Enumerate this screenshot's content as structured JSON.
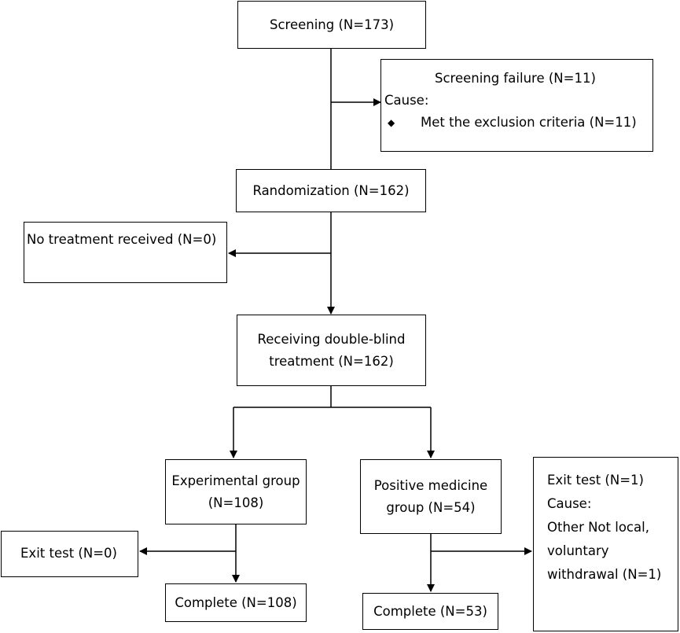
{
  "flowchart": {
    "screening": "Screening (N=173)",
    "screening_failure": {
      "title": "Screening failure (N=11)",
      "cause_label": "Cause:",
      "bullet": "◆",
      "reason": "Met the exclusion criteria (N=11)"
    },
    "randomization": "Randomization (N=162)",
    "no_treatment": "No treatment received (N=0)",
    "double_blind": {
      "line1": "Receiving double-blind",
      "line2": "treatment (N=162)"
    },
    "experimental": {
      "line1": "Experimental group",
      "line2": "(N=108)"
    },
    "positive": {
      "line1": "Positive medicine",
      "line2": "group (N=54)"
    },
    "exit_experimental": "Exit test (N=0)",
    "exit_positive": {
      "line1": "Exit test (N=1)",
      "line2": "Cause:",
      "line3": "Other Not local,",
      "line4": "voluntary",
      "line5": "withdrawal (N=1)"
    },
    "complete_experimental": "Complete (N=108)",
    "complete_positive": "Complete (N=53)"
  }
}
